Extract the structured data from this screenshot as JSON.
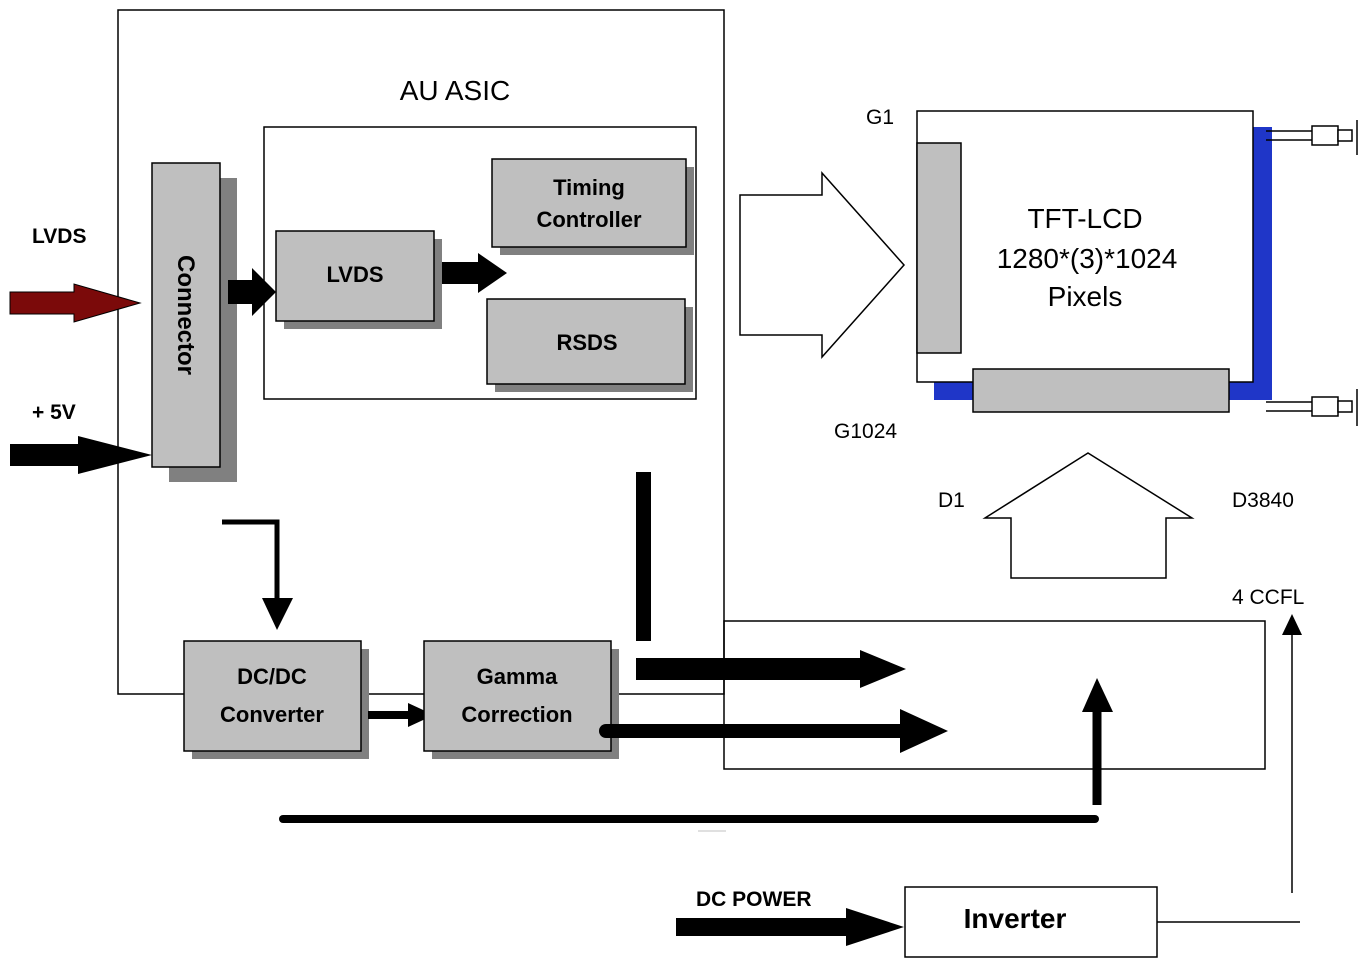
{
  "asic": {
    "title": "AU ASIC"
  },
  "inputs": {
    "lvds": "LVDS",
    "plus5v": "+ 5V",
    "dc_power": "DC POWER"
  },
  "blocks": {
    "connector": "Connector",
    "lvds": "LVDS",
    "timing_line1": "Timing",
    "timing_line2": "Controller",
    "rsds": "RSDS",
    "dcdc_line1": "DC/DC",
    "dcdc_line2": "Converter",
    "gamma_line1": "Gamma",
    "gamma_line2": "Correction",
    "inverter": "Inverter"
  },
  "panel": {
    "line1": "TFT-LCD",
    "line2": "1280*(3)*1024",
    "line3": "Pixels",
    "g1": "G1",
    "g1024": "G1024",
    "d1": "D1",
    "d3840": "D3840",
    "ccfl": "4 CCFL"
  },
  "colors": {
    "block_fill": "#bfbfbf",
    "block_shadow": "#808080",
    "lvds_arrow": "#7b0a0a",
    "panel_edge": "#1f36c8",
    "line": "#000000"
  }
}
